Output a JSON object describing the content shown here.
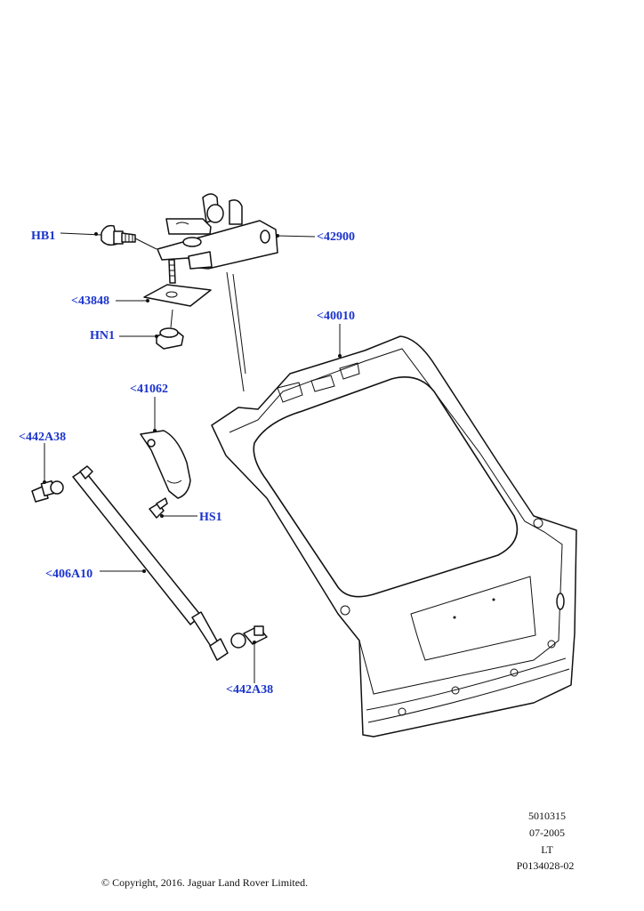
{
  "callouts": {
    "hb1": "HB1",
    "p42900": "<42900",
    "p43848": "<43848",
    "hn1": "HN1",
    "p40010": "<40010",
    "p41062": "<41062",
    "p442a38_top": "<442A38",
    "hs1": "HS1",
    "p406a10": "<406A10",
    "p442a38_bottom": "<442A38"
  },
  "meta": {
    "code": "5010315",
    "date": "07-2005",
    "region": "LT",
    "drawing": "P0134028-02"
  },
  "copyright": "© Copyright, 2016. Jaguar Land Rover Limited.",
  "colors": {
    "callout": "#1a33cc",
    "line": "#111111"
  }
}
